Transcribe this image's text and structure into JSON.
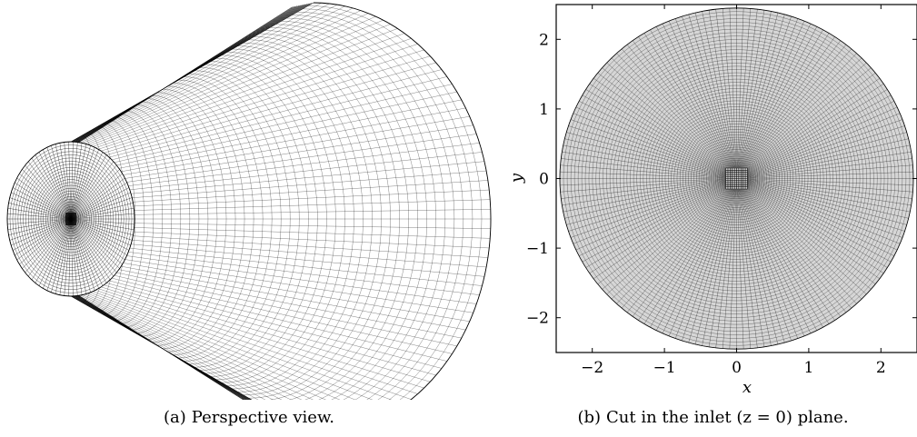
{
  "figure_a": {
    "label": "(a)",
    "caption_text": "Perspective view."
  },
  "figure_b": {
    "label": "(b)",
    "caption_text": "Cut in the inlet (z = 0) plane.",
    "chart_data": {
      "type": "mesh",
      "xlabel": "x",
      "ylabel": "y",
      "xlim": [
        -2.5,
        2.5
      ],
      "ylim": [
        -2.5,
        2.5
      ],
      "xticks": [
        -2,
        -1,
        0,
        1,
        2
      ],
      "yticks": [
        -2,
        -1,
        0,
        1,
        2
      ],
      "xtick_labels": [
        "−2",
        "−1",
        "0",
        "1",
        "2"
      ],
      "ytick_labels": [
        "−2",
        "−1",
        "0",
        "1",
        "2"
      ],
      "domain_radius": 2.45,
      "core_half_width": 0.15
    }
  }
}
